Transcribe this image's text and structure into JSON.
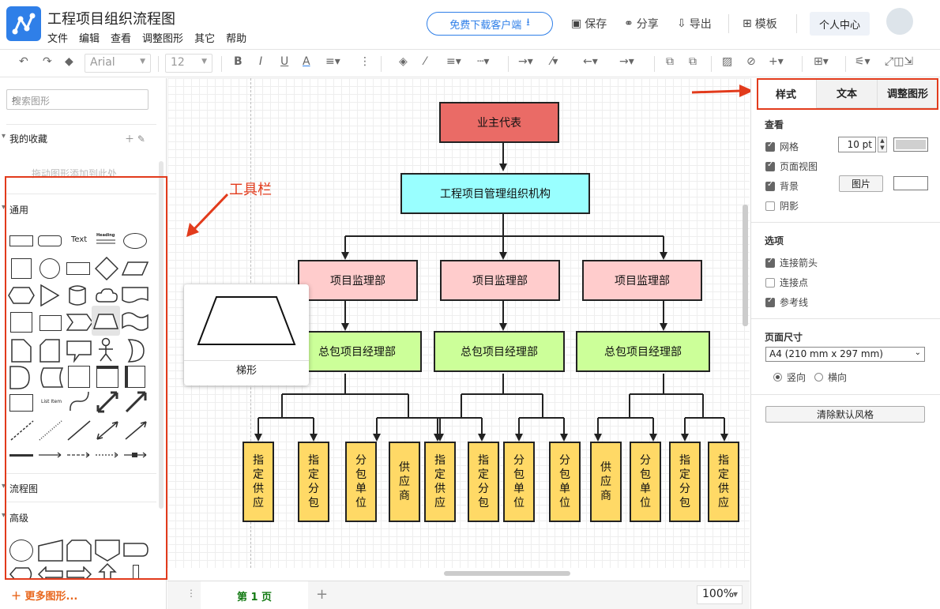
{
  "app": {
    "title": "工程项目组织流程图",
    "menu": [
      "文件",
      "编辑",
      "查看",
      "调整图形",
      "其它",
      "帮助"
    ],
    "download_label": "免费下载客户端",
    "actions": {
      "save": "保存",
      "share": "分享",
      "export": "导出",
      "template": "模板"
    },
    "personal_center": "个人中心"
  },
  "toolbar": {
    "font_family": "Arial",
    "font_size": "12"
  },
  "sidebar": {
    "search_placeholder": "搜索图形",
    "favorites_label": "我的收藏",
    "favorites_hint": "拖动图形添加到此处",
    "general_label": "通用",
    "flowchart_label": "流程图",
    "advanced_label": "高级",
    "more_shapes": "更多图形...",
    "text_shape": "Text",
    "heading_shape": "Heading",
    "list_item_shape": "List Item",
    "hover_shape_name": "梯形"
  },
  "annotations": {
    "toolbar_label": "工具栏"
  },
  "diagram": {
    "root": "业主代表",
    "level1": "工程项目管理组织机构",
    "level2": [
      "项目监理部",
      "项目监理部",
      "项目监理部"
    ],
    "level3": [
      "总包项目经理部",
      "总包项目经理部",
      "总包项目经理部"
    ],
    "leaves": [
      "指定供应",
      "指定分包",
      "分包单位",
      "供应商",
      "指定供应",
      "指定分包",
      "分包单位",
      "分包单位",
      "供应商",
      "分包单位",
      "指定分包",
      "指定供应"
    ],
    "colors": {
      "root": "#ea6b66",
      "level1": "#99ffff",
      "level2": "#ffcccc",
      "level3": "#ccff99",
      "leaf": "#ffd966"
    }
  },
  "footer": {
    "page_tab": "第 1 页",
    "zoom": "100%"
  },
  "right_panel": {
    "tabs": [
      "样式",
      "文本",
      "调整图形"
    ],
    "view_label": "查看",
    "grid_label": "网格",
    "grid_size": "10 pt",
    "page_view_label": "页面视图",
    "background_label": "背景",
    "image_button": "图片",
    "shadow_label": "阴影",
    "options_label": "选项",
    "connection_arrows": "连接箭头",
    "connection_points": "连接点",
    "guides": "参考线",
    "page_size_label": "页面尺寸",
    "page_size_value": "A4 (210 mm x 297 mm)",
    "portrait": "竖向",
    "landscape": "横向",
    "clear_style": "清除默认风格"
  }
}
